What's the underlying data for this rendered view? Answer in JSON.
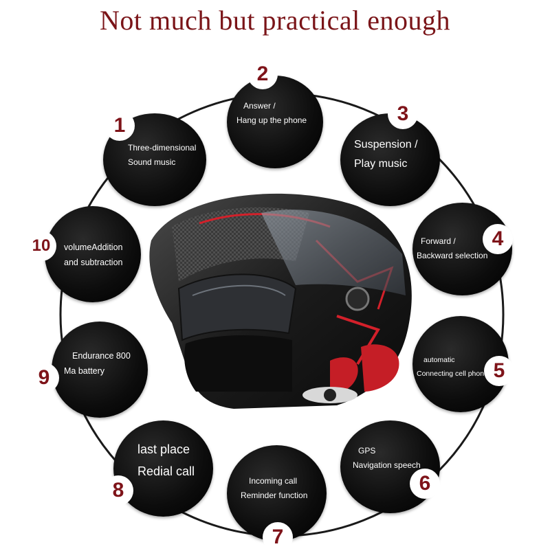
{
  "headline": "Not much but practical enough",
  "features": [
    {
      "number": "1",
      "lines": [
        "Three-dimensional",
        "Sound music"
      ]
    },
    {
      "number": "2",
      "lines": [
        "Answer /",
        "Hang up the phone"
      ]
    },
    {
      "number": "3",
      "lines": [
        "Suspension /",
        "Play music"
      ]
    },
    {
      "number": "4",
      "lines": [
        "Forward /",
        "Backward selection"
      ]
    },
    {
      "number": "5",
      "lines": [
        "automatic",
        "Connecting cell phone"
      ]
    },
    {
      "number": "6",
      "lines": [
        "GPS",
        "Navigation speech"
      ]
    },
    {
      "number": "7",
      "lines": [
        "Incoming call",
        "Reminder function"
      ]
    },
    {
      "number": "8",
      "lines": [
        "last place",
        "Redial call"
      ]
    },
    {
      "number": "9",
      "lines": [
        "Endurance 800",
        "Ma battery"
      ]
    },
    {
      "number": "10",
      "lines": [
        "volumeAddition",
        "and subtraction"
      ]
    }
  ],
  "colors": {
    "accent": "#7a1418",
    "circle": "#0c0c0c",
    "background": "#ffffff"
  }
}
